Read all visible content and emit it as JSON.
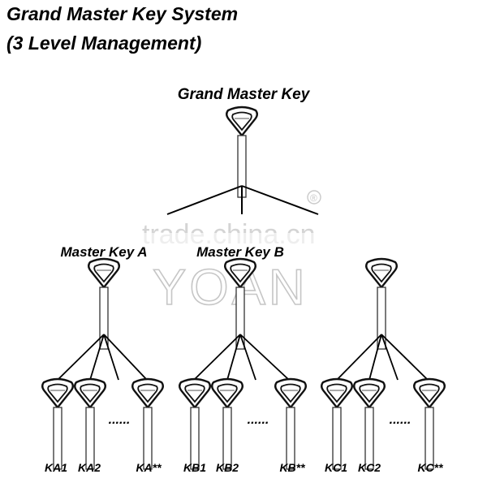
{
  "title_line1": "Grand Master Key System",
  "title_line2": "(3 Level Management)",
  "grand_master_label": "Grand Master Key",
  "master_labels": [
    "Master Key A",
    "Master Key B",
    ""
  ],
  "ellipsis": "......",
  "group_a_labels": [
    "KA1",
    "KA2",
    "KA**"
  ],
  "group_b_labels": [
    "KB1",
    "KB2",
    "KB**"
  ],
  "group_c_labels": [
    "KC1",
    "KC2",
    "KC**"
  ],
  "watermark_site": "trade.china.cn",
  "watermark_brand": "YOAN",
  "registered_mark": "®",
  "colors": {
    "line": "#000000",
    "key_stroke": "#111111",
    "watermark": "#c9c9c9"
  }
}
